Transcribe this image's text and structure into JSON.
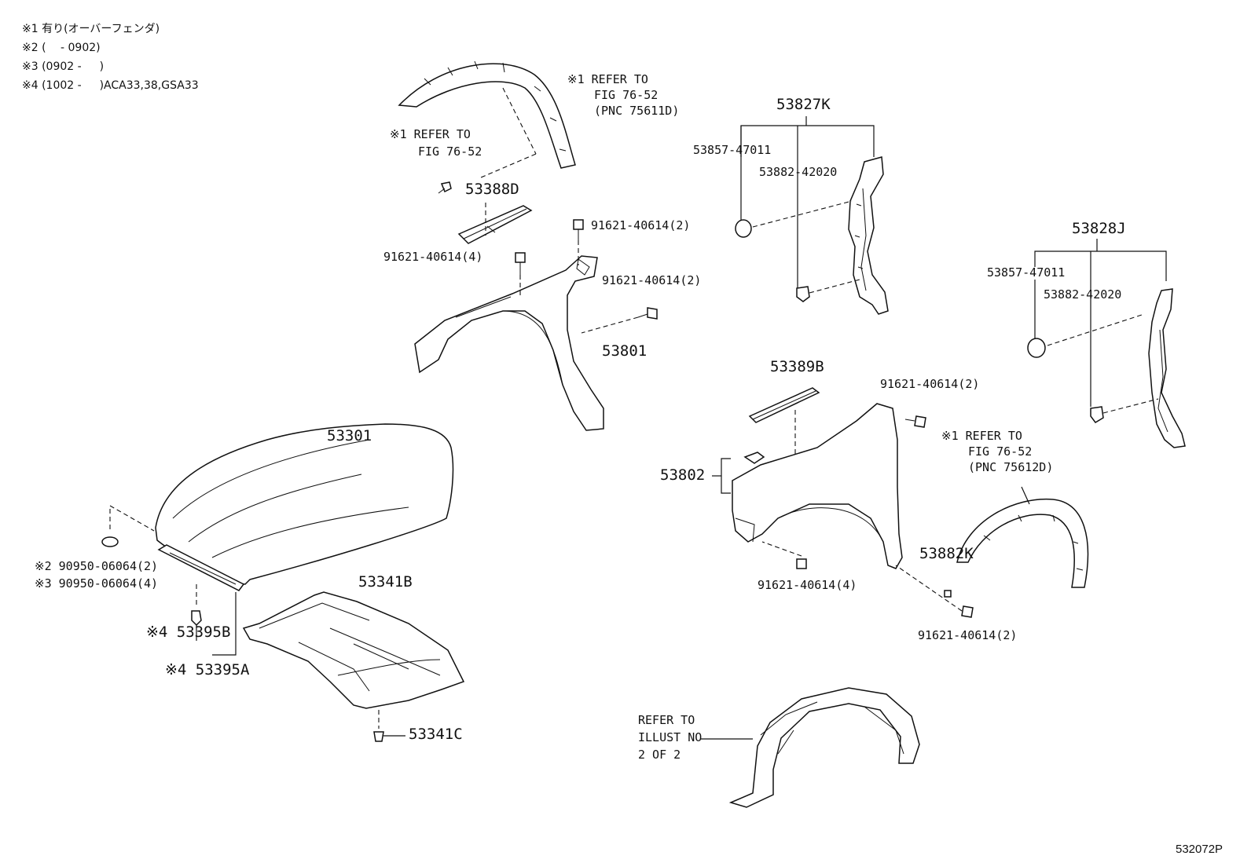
{
  "notes": [
    "※1 有り(オーバーフェンダ)",
    "※2 (　 - 0902)",
    "※3 (0902 - 　 )",
    "※4 (1002 - 　 )ACA33,38,GSA33"
  ],
  "refs": {
    "r1": [
      "※1 REFER TO",
      "FIG 76-52",
      "(PNC 75611D)"
    ],
    "r2": [
      "※1 REFER TO",
      "FIG 76-52"
    ],
    "r3": [
      "※1 REFER TO",
      "FIG 76-52",
      "(PNC 75612D)"
    ],
    "r4": [
      "REFER TO",
      "ILLUST NO",
      "2 OF 2"
    ]
  },
  "parts": {
    "p53827K": "53827K",
    "p53857a": "53857-47011",
    "p53882a": "53882-42020",
    "p53828J": "53828J",
    "p53857b": "53857-47011",
    "p53882b": "53882-42020",
    "p53388D": "53388D",
    "p91621a": "91621-40614(2)",
    "p91621b": "91621-40614(4)",
    "p91621c": "91621-40614(2)",
    "p53801": "53801",
    "p53389B": "53389B",
    "p91621d": "91621-40614(2)",
    "p53301": "53301",
    "p53802": "53802",
    "p53882K": "53882K",
    "p91621e": "91621-40614(4)",
    "p91621f": "91621-40614(2)",
    "p90950a": "※2 90950-06064(2)",
    "p90950b": "※3 90950-06064(4)",
    "p53341B": "53341B",
    "p53395B": "※4 53395B",
    "p53395A": "※4 53395A",
    "p53341C": "53341C"
  },
  "figure_id": "532072P"
}
